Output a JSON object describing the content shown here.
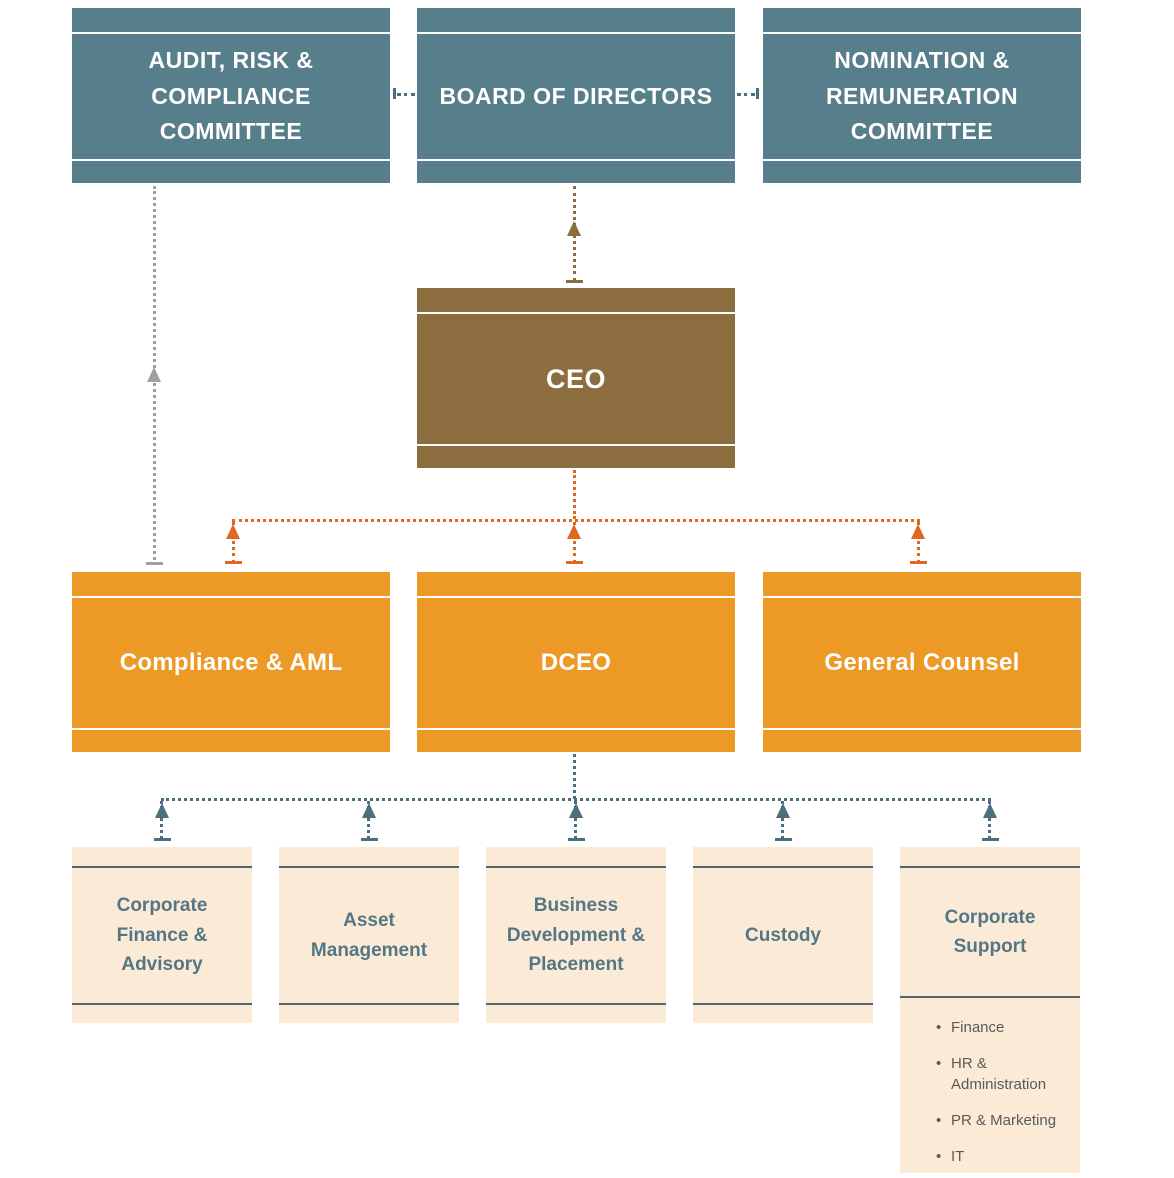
{
  "diagram": {
    "type": "org-chart",
    "nodes": {
      "audit_committee": {
        "label": "AUDIT, RISK & COMPLIANCE COMMITTEE"
      },
      "board": {
        "label": "BOARD OF DIRECTORS"
      },
      "nomination_committee": {
        "label": "NOMINATION & REMUNERATION COMMITTEE"
      },
      "ceo": {
        "label": "CEO"
      },
      "compliance_aml": {
        "label": "Compliance & AML"
      },
      "dceo": {
        "label": "DCEO"
      },
      "general_counsel": {
        "label": "General Counsel"
      },
      "corporate_finance": {
        "label": "Corporate Finance & Advisory"
      },
      "asset_management": {
        "label": "Asset Management"
      },
      "business_development": {
        "label": "Business Development & Placement"
      },
      "custody": {
        "label": "Custody"
      },
      "corporate_support": {
        "label": "Corporate Support",
        "units": [
          "Finance",
          "HR & Administration",
          "PR & Marketing",
          "IT"
        ]
      }
    },
    "edges": [
      {
        "from": "board",
        "to": "audit_committee",
        "style": "dotted",
        "color": "teal"
      },
      {
        "from": "board",
        "to": "nomination_committee",
        "style": "dotted",
        "color": "teal"
      },
      {
        "from": "ceo",
        "to": "board",
        "style": "dotted",
        "color": "brown"
      },
      {
        "from": "compliance_aml",
        "to": "audit_committee",
        "style": "dotted",
        "color": "gray"
      },
      {
        "from": "ceo",
        "to": "compliance_aml",
        "style": "dotted",
        "color": "orange"
      },
      {
        "from": "ceo",
        "to": "dceo",
        "style": "dotted",
        "color": "orange"
      },
      {
        "from": "ceo",
        "to": "general_counsel",
        "style": "dotted",
        "color": "orange"
      },
      {
        "from": "dceo",
        "to": "corporate_finance",
        "style": "dotted",
        "color": "teal"
      },
      {
        "from": "dceo",
        "to": "asset_management",
        "style": "dotted",
        "color": "teal"
      },
      {
        "from": "dceo",
        "to": "business_development",
        "style": "dotted",
        "color": "teal"
      },
      {
        "from": "dceo",
        "to": "custody",
        "style": "dotted",
        "color": "teal"
      },
      {
        "from": "dceo",
        "to": "corporate_support",
        "style": "dotted",
        "color": "teal"
      }
    ],
    "colors": {
      "committee_box": "#577E8B",
      "ceo_box": "#8C6D40",
      "executive_box": "#EC9A25",
      "department_box": "#FBEBD6",
      "department_text": "#547687",
      "bullet_text": "#5A5A5A",
      "connector_teal": "#4D6E7D",
      "connector_gray": "#A0A0A0",
      "connector_orange": "#E2671E",
      "connector_brown": "#8C6D40"
    }
  }
}
